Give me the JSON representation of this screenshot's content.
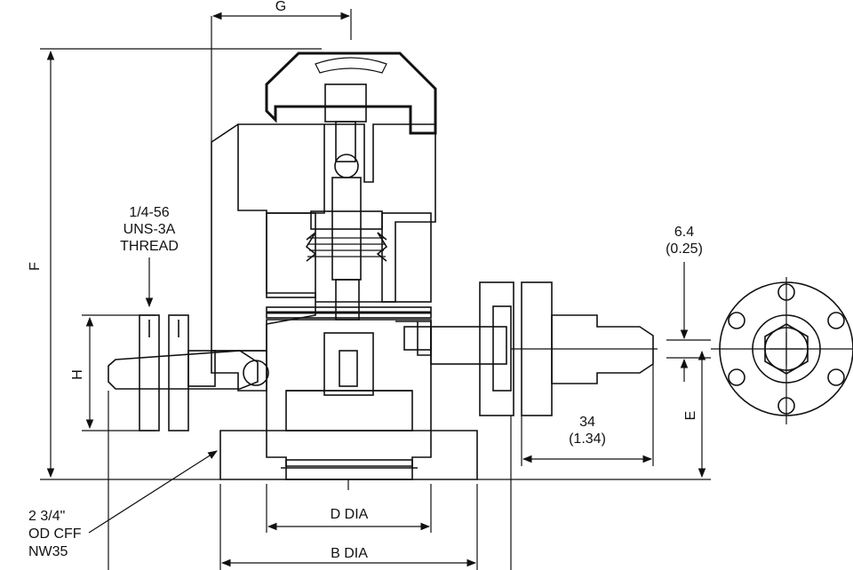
{
  "colors": {
    "ink": "#111111",
    "background": "#ffffff",
    "stipple": "#cfcfcf",
    "body": "#f7f7f7"
  },
  "labels": {
    "G": "G",
    "F": "F",
    "H": "H",
    "E": "E",
    "thread_line1": "1/4-56",
    "thread_line2": "UNS-3A",
    "thread_line3": "THREAD",
    "dim_64_mm": "6.4",
    "dim_64_in": "(0.25)",
    "dim_34_mm": "34",
    "dim_34_in": "(1.34)",
    "flange_line1": "2 3/4\"",
    "flange_line2": "OD CFF",
    "flange_line3": "NW35",
    "d_dia": "D DIA",
    "b_dia": "B DIA"
  }
}
